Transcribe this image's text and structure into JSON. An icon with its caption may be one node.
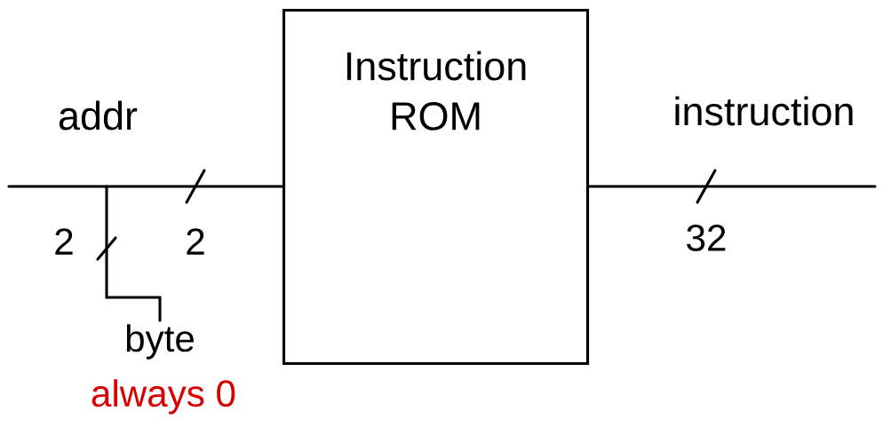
{
  "diagram": {
    "nodes": [
      {
        "text": [
          "Instruction ROM"
        ]
      },
      {
        "text": [
          "byte"
        ],
        "beside": [
          "always 0"
        ]
      }
    ],
    "edges": [
      {
        "from": null,
        "to": 0,
        "arrow": "none",
        "label": "addr"
      },
      {
        "from": 0,
        "to": null,
        "arrow": "none",
        "label": "instruction"
      },
      {
        "from": null,
        "to": 1,
        "arrow": "none"
      }
    ],
    "labels": [
      "2",
      "2",
      "32"
    ]
  }
}
